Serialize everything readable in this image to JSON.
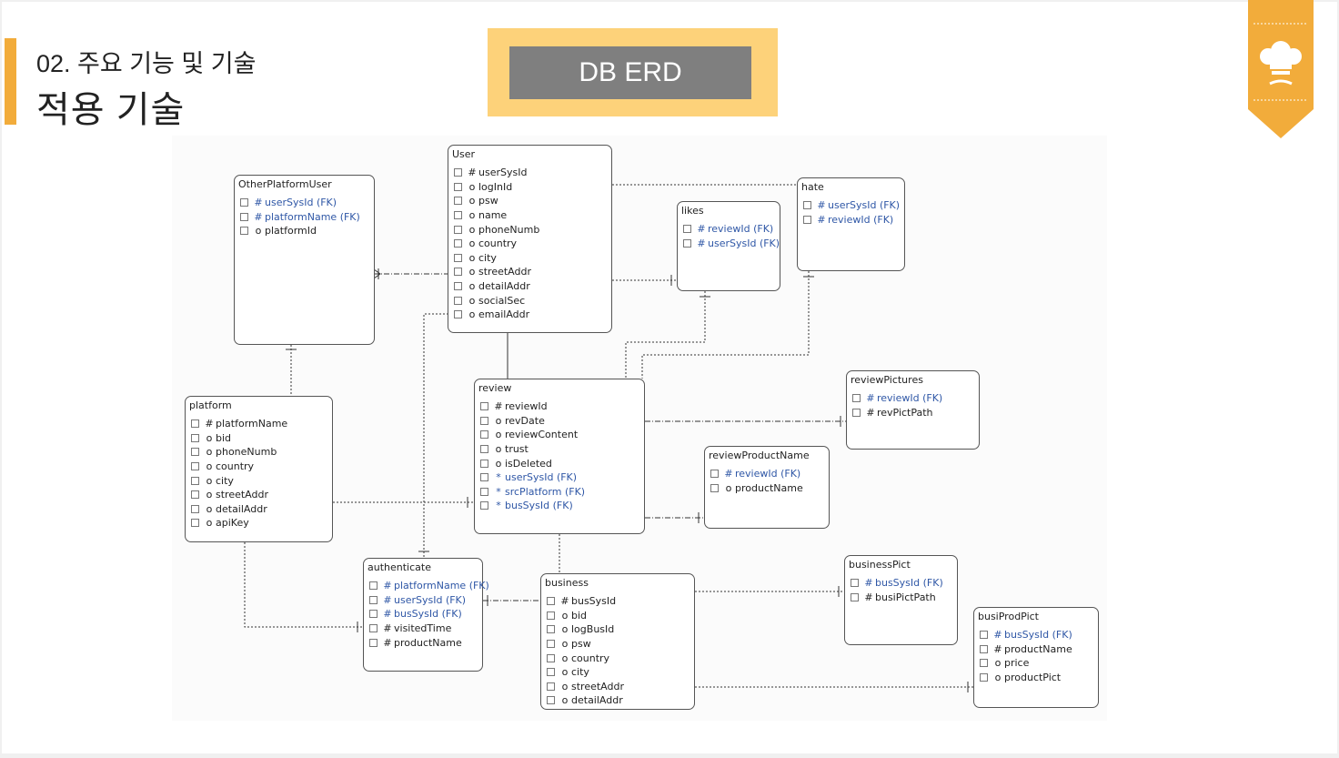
{
  "header": {
    "subtitle": "02. 주요 기능 및 기술",
    "title": "적용 기술",
    "badge": "DB ERD"
  },
  "colors": {
    "accent": "#f2ac3b",
    "badge_bg": "#fdd27a",
    "badge_inner": "#7f7f7f",
    "fk_text": "#2f57a6"
  },
  "icons": {
    "ribbon": "chef-hat-icon"
  },
  "entities": {
    "user": {
      "name": "User",
      "fields": [
        {
          "mark": "#",
          "text": "userSysId",
          "fk": false
        },
        {
          "mark": "o",
          "text": "logInId",
          "fk": false
        },
        {
          "mark": "o",
          "text": "psw",
          "fk": false
        },
        {
          "mark": "o",
          "text": "name",
          "fk": false
        },
        {
          "mark": "o",
          "text": "phoneNumb",
          "fk": false
        },
        {
          "mark": "o",
          "text": "country",
          "fk": false
        },
        {
          "mark": "o",
          "text": "city",
          "fk": false
        },
        {
          "mark": "o",
          "text": "streetAddr",
          "fk": false
        },
        {
          "mark": "o",
          "text": "detailAddr",
          "fk": false
        },
        {
          "mark": "o",
          "text": "socialSec",
          "fk": false
        },
        {
          "mark": "o",
          "text": "emailAddr",
          "fk": false
        }
      ]
    },
    "otherPlatformUser": {
      "name": "OtherPlatformUser",
      "fields": [
        {
          "mark": "#",
          "text": "userSysId (FK)",
          "fk": true
        },
        {
          "mark": "#",
          "text": "platformName (FK)",
          "fk": true
        },
        {
          "mark": "o",
          "text": "platformId",
          "fk": false
        }
      ]
    },
    "likes": {
      "name": "likes",
      "fields": [
        {
          "mark": "#",
          "text": "reviewId (FK)",
          "fk": true
        },
        {
          "mark": "#",
          "text": "userSysId (FK)",
          "fk": true
        }
      ]
    },
    "hate": {
      "name": "hate",
      "fields": [
        {
          "mark": "#",
          "text": "userSysId (FK)",
          "fk": true
        },
        {
          "mark": "#",
          "text": "reviewId (FK)",
          "fk": true
        }
      ]
    },
    "platform": {
      "name": "platform",
      "fields": [
        {
          "mark": "#",
          "text": "platformName",
          "fk": false
        },
        {
          "mark": "o",
          "text": "bid",
          "fk": false
        },
        {
          "mark": "o",
          "text": "phoneNumb",
          "fk": false
        },
        {
          "mark": "o",
          "text": "country",
          "fk": false
        },
        {
          "mark": "o",
          "text": "city",
          "fk": false
        },
        {
          "mark": "o",
          "text": "streetAddr",
          "fk": false
        },
        {
          "mark": "o",
          "text": "detailAddr",
          "fk": false
        },
        {
          "mark": "o",
          "text": "apiKey",
          "fk": false
        }
      ]
    },
    "review": {
      "name": "review",
      "fields": [
        {
          "mark": "#",
          "text": "reviewId",
          "fk": false
        },
        {
          "mark": "o",
          "text": "revDate",
          "fk": false
        },
        {
          "mark": "o",
          "text": "reviewContent",
          "fk": false
        },
        {
          "mark": "o",
          "text": "trust",
          "fk": false
        },
        {
          "mark": "o",
          "text": "isDeleted",
          "fk": false
        },
        {
          "mark": "*",
          "text": "userSysId (FK)",
          "fk": true
        },
        {
          "mark": "*",
          "text": "srcPlatform (FK)",
          "fk": true
        },
        {
          "mark": "*",
          "text": "busSysId (FK)",
          "fk": true
        }
      ]
    },
    "reviewPictures": {
      "name": "reviewPictures",
      "fields": [
        {
          "mark": "#",
          "text": "reviewId (FK)",
          "fk": true
        },
        {
          "mark": "#",
          "text": "revPictPath",
          "fk": false
        }
      ]
    },
    "reviewProductName": {
      "name": "reviewProductName",
      "fields": [
        {
          "mark": "#",
          "text": "reviewId (FK)",
          "fk": true
        },
        {
          "mark": "o",
          "text": "productName",
          "fk": false
        }
      ]
    },
    "authenticate": {
      "name": "authenticate",
      "fields": [
        {
          "mark": "#",
          "text": "platformName (FK)",
          "fk": true
        },
        {
          "mark": "#",
          "text": "userSysId (FK)",
          "fk": true
        },
        {
          "mark": "#",
          "text": "busSysId (FK)",
          "fk": true
        },
        {
          "mark": "#",
          "text": "visitedTime",
          "fk": false
        },
        {
          "mark": "#",
          "text": "productName",
          "fk": false
        }
      ]
    },
    "business": {
      "name": "business",
      "fields": [
        {
          "mark": "#",
          "text": "busSysId",
          "fk": false
        },
        {
          "mark": "o",
          "text": "bid",
          "fk": false
        },
        {
          "mark": "o",
          "text": "logBusId",
          "fk": false
        },
        {
          "mark": "o",
          "text": "psw",
          "fk": false
        },
        {
          "mark": "o",
          "text": "country",
          "fk": false
        },
        {
          "mark": "o",
          "text": "city",
          "fk": false
        },
        {
          "mark": "o",
          "text": "streetAddr",
          "fk": false
        },
        {
          "mark": "o",
          "text": "detailAddr",
          "fk": false
        }
      ]
    },
    "businessPict": {
      "name": "businessPict",
      "fields": [
        {
          "mark": "#",
          "text": "busSysId (FK)",
          "fk": true
        },
        {
          "mark": "#",
          "text": "busiPictPath",
          "fk": false
        }
      ]
    },
    "busiProdPict": {
      "name": "busiProdPict",
      "fields": [
        {
          "mark": "#",
          "text": "busSysId (FK)",
          "fk": true
        },
        {
          "mark": "#",
          "text": "productName",
          "fk": false
        },
        {
          "mark": "o",
          "text": "price",
          "fk": false
        },
        {
          "mark": "o",
          "text": "productPict",
          "fk": false
        }
      ]
    }
  }
}
